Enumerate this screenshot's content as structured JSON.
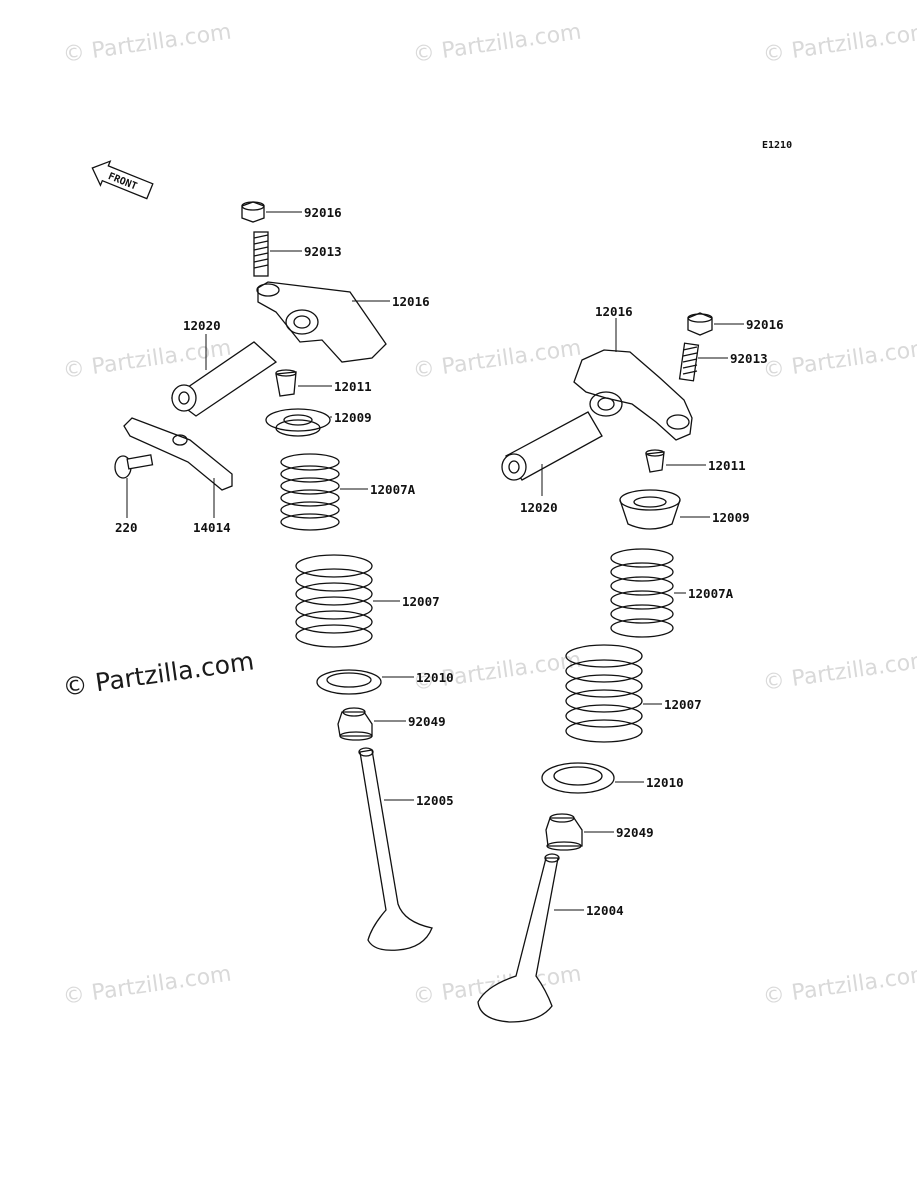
{
  "diagram_code": "E1210",
  "front_label": "FRONT",
  "watermark": "© Partzilla.com",
  "watermark_main": "© Partzilla.com",
  "left_assembly": {
    "nut": "92016",
    "stud": "92013",
    "rocker_arm": "12016",
    "shaft": "12020",
    "collet": "12011",
    "retainer": "12009",
    "plate": "14014",
    "screw": "220",
    "inner_spring": "12007A",
    "outer_spring": "12007",
    "spring_seat": "12010",
    "seal": "92049",
    "valve": "12005"
  },
  "right_assembly": {
    "rocker_arm": "12016",
    "nut": "92016",
    "stud": "92013",
    "collet": "12011",
    "shaft": "12020",
    "retainer": "12009",
    "inner_spring": "12007A",
    "outer_spring": "12007",
    "spring_seat": "12010",
    "seal": "92049",
    "valve": "12004"
  }
}
